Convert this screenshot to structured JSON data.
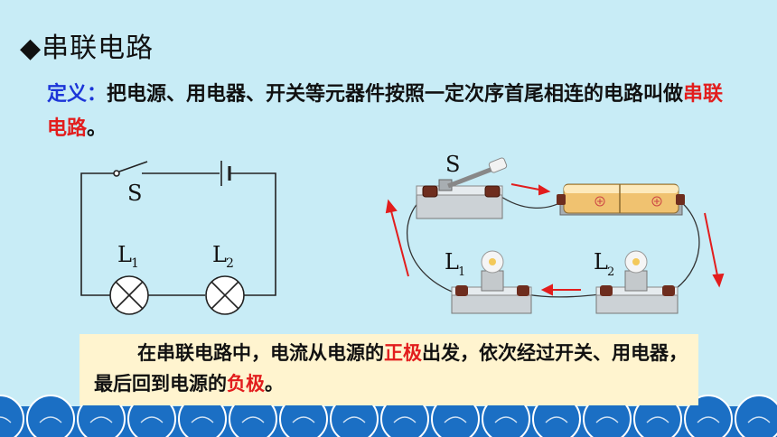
{
  "slide": {
    "heading_marker": "◆",
    "heading": "串联电路",
    "definition": {
      "label": "定义：",
      "text_before": "把电源、用电器、开关等元器件按照一定次序首尾相连的电路叫做",
      "highlight": "串联电路",
      "text_after": "。"
    },
    "diagram_labels": {
      "switch": "S",
      "lamp1": "L",
      "lamp1_sub": "1",
      "lamp2": "L",
      "lamp2_sub": "2"
    },
    "note": {
      "part1": "在串联电路中，电流从电源的",
      "positive": "正极",
      "part2": "出发，依次经过开关、用电器，最后回到电源的",
      "negative": "负极",
      "part3": "。"
    },
    "colors": {
      "background": "#c8ecf6",
      "accent_blue": "#1c35d8",
      "accent_red": "#e21d1d",
      "note_background": "#fff4cf",
      "wave_blue": "#1b6fc4"
    }
  }
}
